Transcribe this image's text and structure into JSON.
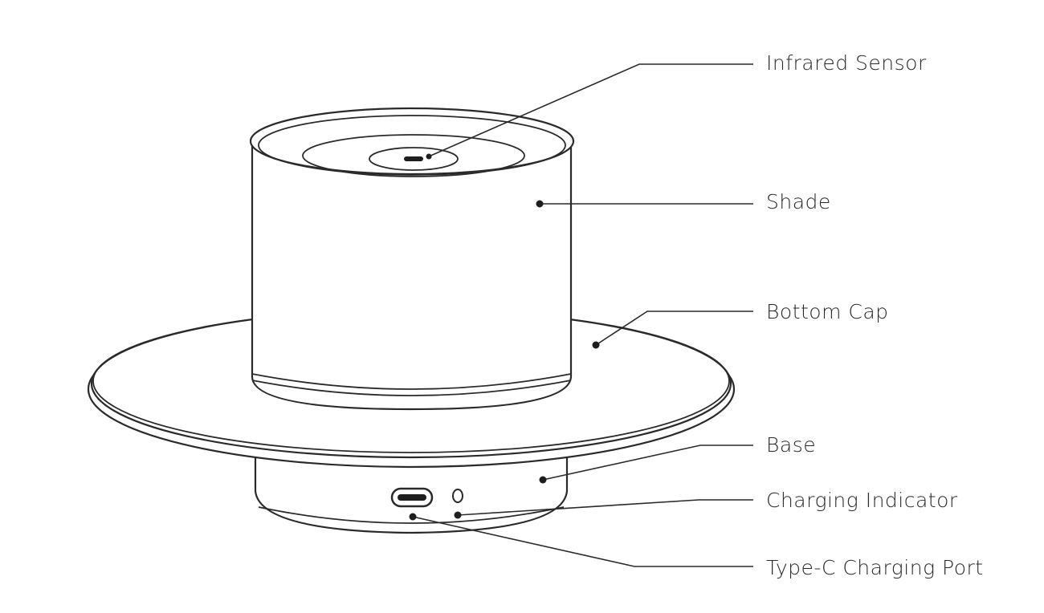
{
  "labels": {
    "infrared_sensor": "Infrared Sensor",
    "shade": "Shade",
    "bottom_cap": "Bottom Cap",
    "base": "Base",
    "charging_indicator": "Charging Indicator",
    "type_c_port": "Type-C Charging Port"
  }
}
